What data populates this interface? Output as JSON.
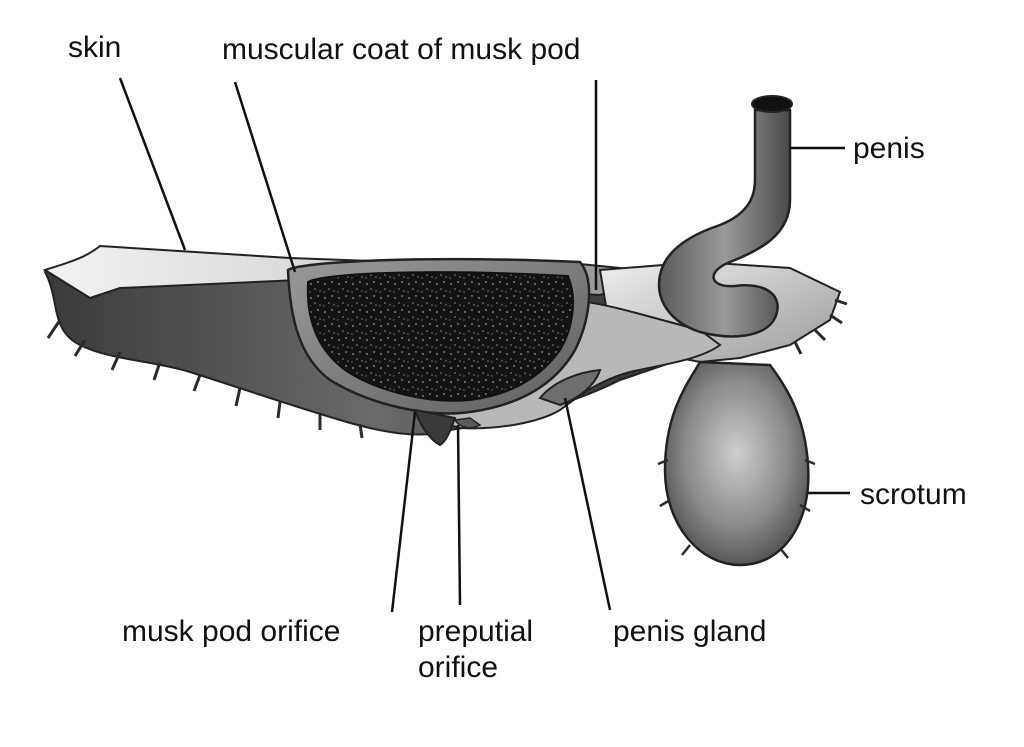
{
  "diagram": {
    "labels": {
      "skin": "skin",
      "muscular_coat": "muscular coat of musk pod",
      "penis": "penis",
      "scrotum": "scrotum",
      "musk_pod_orifice": "musk pod orifice",
      "preputial_orifice": "preputial orifice",
      "penis_gland": "penis gland"
    },
    "colors": {
      "ink": "#111111",
      "musk": "#151515",
      "skin_light": "#d9d9d9",
      "tissue_mid": "#8a8a8a",
      "fur_dark": "#2a2a2a"
    }
  }
}
